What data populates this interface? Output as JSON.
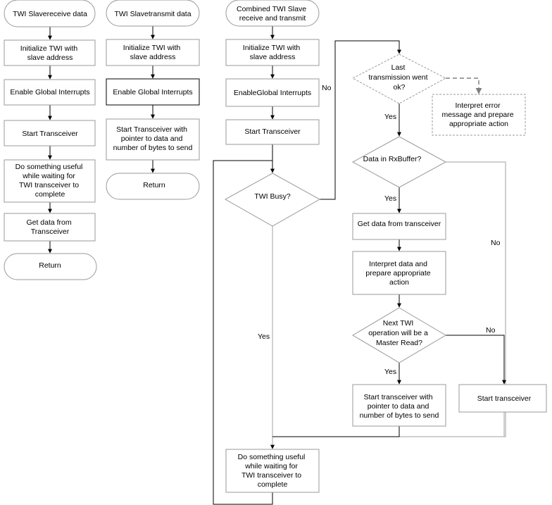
{
  "column1": {
    "start": "TWI Slavereceive data",
    "init": [
      "Initialize TWI with",
      "slave address"
    ],
    "enable": "Enable Global Interrupts",
    "start_tx": "Start Transceiver",
    "do_something": [
      "Do something useful",
      "while waiting for",
      "TWI transceiver to",
      "complete"
    ],
    "get_data": [
      "Get data from",
      "Transceiver"
    ],
    "return": "Return"
  },
  "column2": {
    "start": "TWI Slavetransmit data",
    "init": [
      "Initialize TWI with",
      "slave address"
    ],
    "enable": "Enable Global Interrupts",
    "start_tx": [
      "Start Transceiver with",
      "pointer to data and",
      "number of bytes to send"
    ],
    "return": "Return"
  },
  "column3": {
    "start": [
      "Combined TWI Slave",
      "receive and transmit"
    ],
    "init": [
      "Initialize TWI with",
      "slave address"
    ],
    "enable": "EnableGlobal Interrupts",
    "start_tx": "Start Transceiver",
    "busy": "TWI Busy?",
    "do_something": [
      "Do something useful",
      "while waiting for",
      "TWI transceiver to",
      "complete"
    ]
  },
  "column4": {
    "last_ok": [
      "Last",
      "transmission went",
      "ok?"
    ],
    "interpret_error": [
      "Interpret error",
      "message and prepare",
      "appropriate action"
    ],
    "data_in_rx": "Data in RxBuffer?",
    "get_data": "Get data from transceiver",
    "interpret_data": [
      "Interpret data and",
      "prepare appropriate",
      "action"
    ],
    "next_twi": [
      "Next TWI",
      "operation will be a",
      "Master Read?"
    ],
    "start_tx_ptr": [
      "Start transceiver with",
      "pointer to data and",
      "number of bytes to send"
    ],
    "start_tx": "Start transceiver"
  },
  "edge_labels": {
    "no_busy": "No",
    "yes_busy": "Yes",
    "yes_last": "Yes",
    "yes_rx": "Yes",
    "no_rx": "No",
    "no_next": "No",
    "yes_next": "Yes"
  }
}
